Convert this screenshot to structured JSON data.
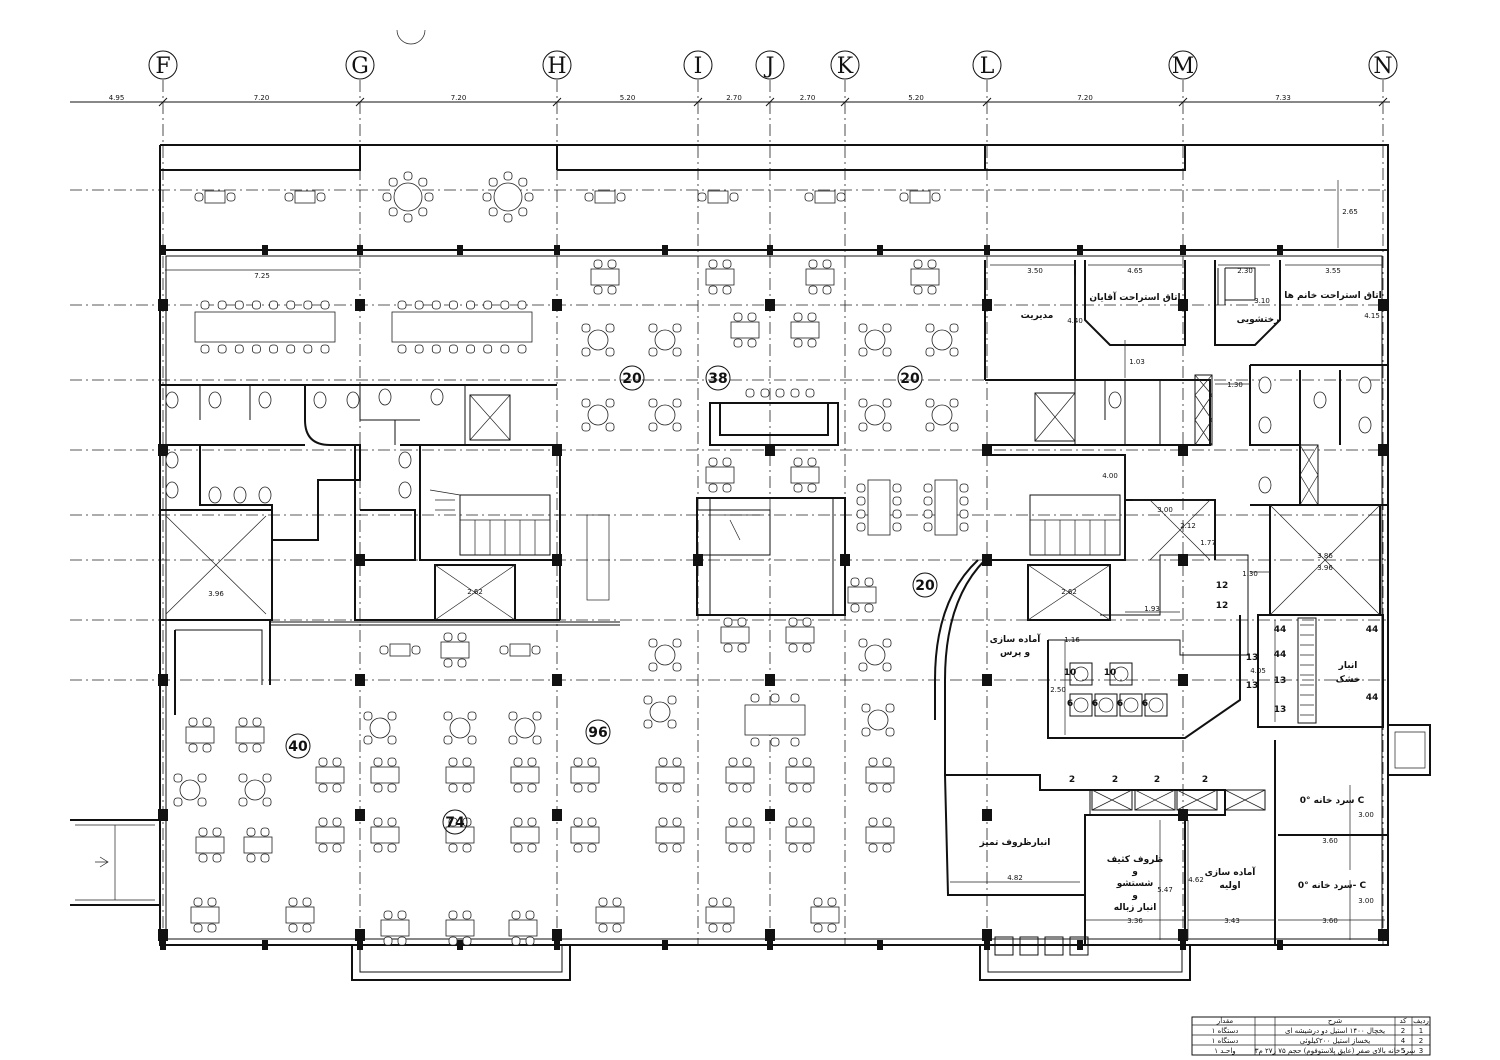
{
  "axes": [
    "F",
    "G",
    "H",
    "I",
    "J",
    "K",
    "L",
    "M",
    "N"
  ],
  "top_dims": [
    "4.95",
    "7.20",
    "7.20",
    "5.20",
    "2.70",
    "2.70",
    "5.20",
    "7.20",
    "7.33"
  ],
  "counts": [
    "20",
    "38",
    "20",
    "20",
    "40",
    "74",
    "96"
  ],
  "rooms": {
    "manager": "مدیریت",
    "men_rest": "اتاق استراحت آقایان",
    "laundry": "رختشویی",
    "women_rest": "اتاق استراحت خانم ها",
    "prep_press": "آماده سازی",
    "prep_press2": "و پرس",
    "dry_store": "انبار",
    "dry_store2": "خشک",
    "clean_dish_store": "انبارظروف تمیز",
    "dirty_dishes": "ظروف کثیف",
    "and1": "و",
    "washing": "شستشو",
    "and2": "و",
    "waste_store": "انبار زباله",
    "initial_prep": "آماده سازی",
    "initial_prep2": "اولیه",
    "cold_room_1": "سرد خانه °0 C",
    "cold_room_2": "سرد خانه °0- C"
  },
  "dims": {
    "d265": "2.65",
    "d725": "7.25",
    "d350": "3.50",
    "d465": "4.65",
    "d230": "2.30",
    "d355": "3.55",
    "d310": "3.10",
    "d440": "4.40",
    "d415": "4.15",
    "d103": "1.03",
    "d130a": "1.30",
    "d400": "4.00",
    "d300": "3.00",
    "d212": "2.12",
    "d177": "1.77",
    "d386": "3.86",
    "d396a": "3.96",
    "d396b": "3.96",
    "d130b": "1.30",
    "d262a": "2.62",
    "d262b": "2.62",
    "d193": "1.93",
    "d116": "1.16",
    "d250": "2.50",
    "d405": "4.05",
    "d482": "4.82",
    "d547": "5.47",
    "d462": "4.62",
    "d336": "3.36",
    "d343": "3.43",
    "d360a": "3.60",
    "d300b": "3.00",
    "d360b": "3.60",
    "d300c": "3.00"
  },
  "equipment_labels": [
    "2",
    "2",
    "2",
    "2",
    "12",
    "12",
    "44",
    "44",
    "44",
    "44",
    "13",
    "13",
    "13",
    "13",
    "10",
    "10",
    "6",
    "6",
    "6",
    "6"
  ],
  "legend": {
    "headers": [
      "ردیف",
      "کد",
      "شرح",
      "مقدار"
    ],
    "rows": [
      [
        "1",
        "2",
        "یخچال ۱۴۰۰ استیل دو درشیشه ای",
        "۱ دستگاه"
      ],
      [
        "2",
        "4",
        "یخساز استیل ۲۰۰کیلوئی",
        "۱ دستگاه"
      ],
      [
        "3",
        "5",
        "سرد خانه بالای صفر (عایق پلاستوفوم) حجم ۷۵ ر۲۷ م۳",
        "۱ واحـد"
      ]
    ]
  }
}
